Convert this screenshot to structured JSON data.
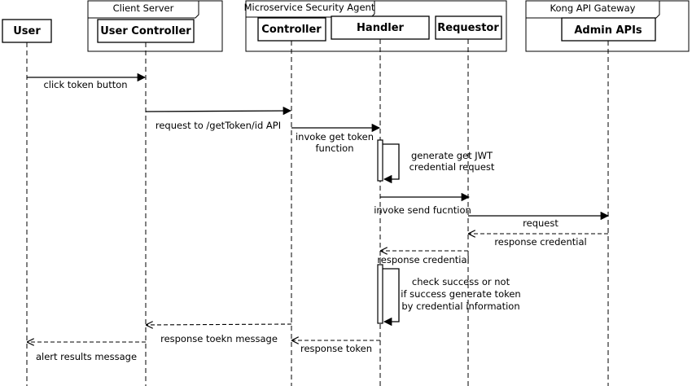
{
  "groups": {
    "client_server": "Client Server",
    "security_agent": "Microservice Security Agent",
    "gateway": "Kong API Gateway"
  },
  "participants": {
    "user": "User",
    "user_controller": "User Controller",
    "controller": "Controller",
    "handler": "Handler",
    "requestor": "Requestor",
    "admin_apis": "Admin APIs"
  },
  "messages": {
    "m1": "click token button",
    "m2": "request to /getToken/id API",
    "m3_line1": "invoke get token",
    "m3_line2": "function",
    "m4_line1": "generate get JWT",
    "m4_line2": "credential request",
    "m5": "invoke send fucntion",
    "m6": "request",
    "m7": "response credential",
    "m8": "response credential",
    "m9_line1": "check success or not",
    "m9_line2": "if success generate token",
    "m9_line3": "by credential information",
    "m10": "response token",
    "m11": "response toekn message",
    "m12": "alert results message"
  }
}
